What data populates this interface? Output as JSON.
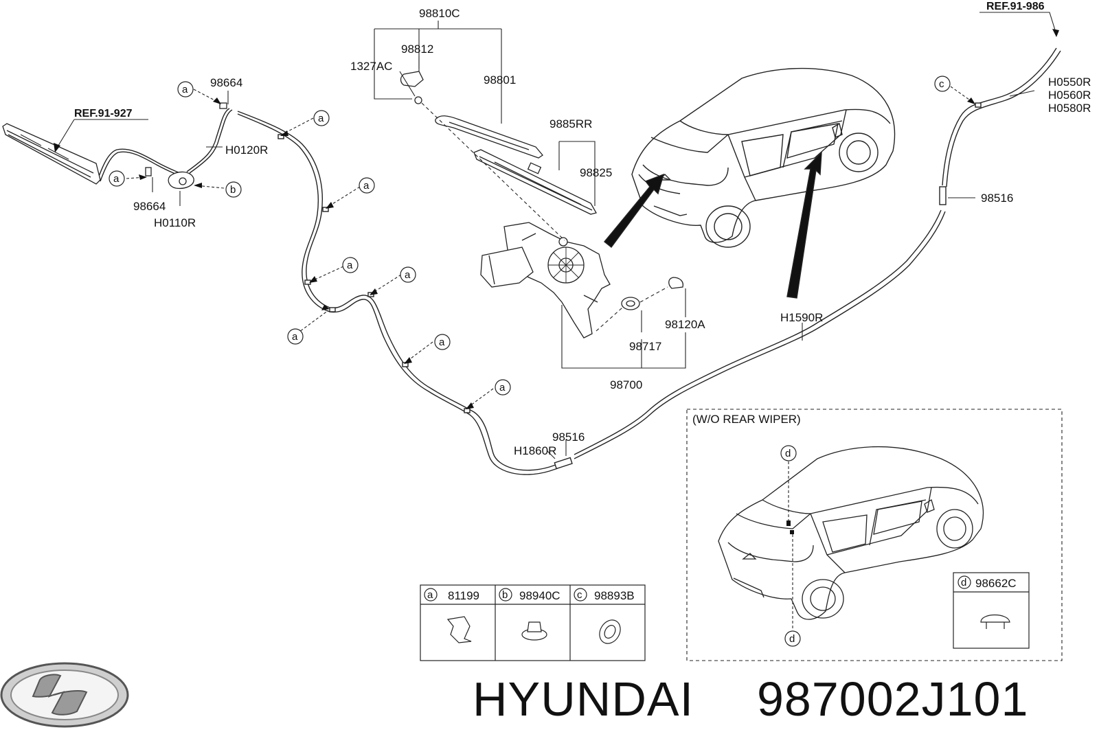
{
  "labels": {
    "p98810C": "98810C",
    "p98812": "98812",
    "p1327AC": "1327AC",
    "p98801": "98801",
    "p98664_top": "98664",
    "p98664_bottom": "98664",
    "pH0120R": "H0120R",
    "pH0110R": "H0110R",
    "p9885RR": "9885RR",
    "p98825": "98825",
    "p98120A": "98120A",
    "p98717": "98717",
    "p98700": "98700",
    "pH1590R": "H1590R",
    "p98516_right": "98516",
    "p98516_bottom": "98516",
    "pH1860R": "H1860R",
    "pH0550R": "H0550R",
    "pH0560R": "H0560R",
    "pH0580R": "H0580R"
  },
  "refs": {
    "ref_927": "REF.91-927",
    "ref_986": "REF.91-986"
  },
  "callouts": {
    "a": "a",
    "b": "b",
    "c": "c",
    "d": "d"
  },
  "legend": {
    "items": [
      {
        "letter": "a",
        "part": "81199"
      },
      {
        "letter": "b",
        "part": "98940C"
      },
      {
        "letter": "c",
        "part": "98893B"
      }
    ]
  },
  "inset": {
    "title": "(W/O REAR WIPER)",
    "legend_letter": "d",
    "legend_part": "98662C"
  },
  "brand": {
    "name": "HYUNDAI",
    "part_number": "987002J101"
  }
}
